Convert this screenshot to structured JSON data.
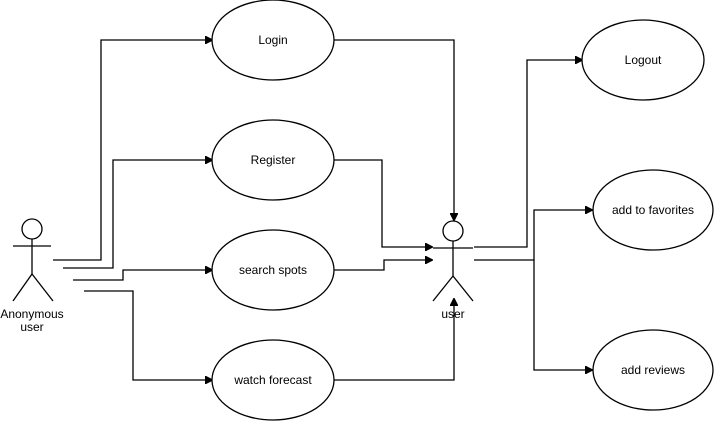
{
  "actors": {
    "anonymous": {
      "line1": "Anonymous",
      "line2": "user"
    },
    "user": {
      "label": "user"
    }
  },
  "use_cases": {
    "login": "Login",
    "register": "Register",
    "search_spots": "search spots",
    "watch_forecast": "watch forecast",
    "logout": "Logout",
    "add_to_favorites": "add to favorites",
    "add_reviews": "add reviews"
  }
}
